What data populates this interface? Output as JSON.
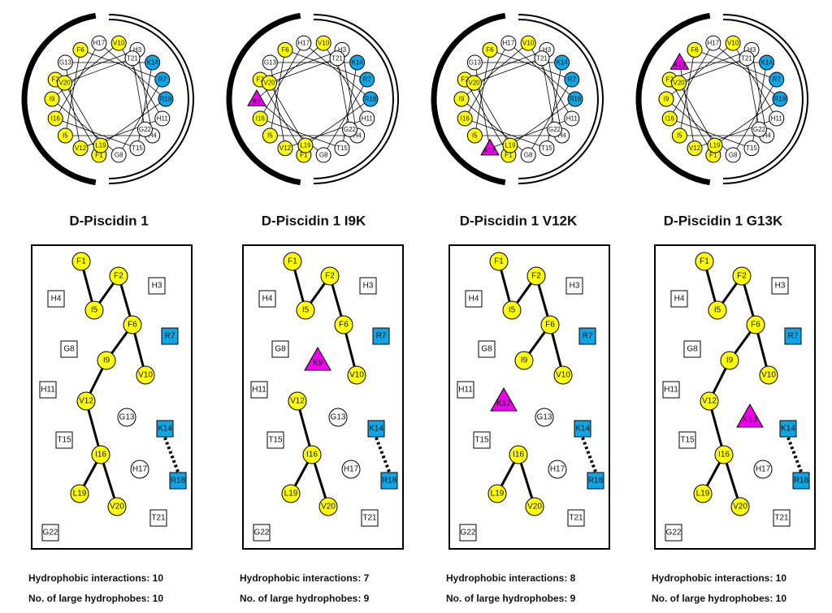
{
  "colors": {
    "hydrophobic": "#ffff00",
    "charged": "#0fa6e6",
    "lysine": "#ee00ee",
    "neutral": "#ffffff",
    "line": "#000000"
  },
  "helical_wheel_order": [
    "F1",
    "I5",
    "I9",
    "G13",
    "F2",
    "F6",
    "V10",
    "K14",
    "R18",
    "H3",
    "R7",
    "H11",
    "T15",
    "L19",
    "H4",
    "G8",
    "V12",
    "I16",
    "V20",
    "G22",
    "T21",
    "H17"
  ],
  "panels": [
    {
      "title": "D-Piscidin 1",
      "mutation": "",
      "hydrophobic_interactions_label": "Hydrophobic interactions: 10",
      "large_hydrophobes_label": "No. of large hydrophobes: 10"
    },
    {
      "title": "D-Piscidin 1 I9K",
      "mutation": "K9",
      "hydrophobic_interactions_label": "Hydrophobic interactions: 7",
      "large_hydrophobes_label": "No. of large hydrophobes: 9"
    },
    {
      "title": "D-Piscidin 1 V12K",
      "mutation": "K12",
      "hydrophobic_interactions_label": "Hydrophobic interactions: 8",
      "large_hydrophobes_label": "No. of large hydrophobes: 9"
    },
    {
      "title": "D-Piscidin 1 G13K",
      "mutation": "K13",
      "hydrophobic_interactions_label": "Hydrophobic interactions: 10",
      "large_hydrophobes_label": "No. of large hydrophobes: 10"
    }
  ],
  "wheel_labels": {
    "F1": "F1",
    "F2": "F2",
    "H3": "H3",
    "H4": "H4",
    "I5": "I5",
    "F6": "F6",
    "R7": "R7",
    "G8": "G8",
    "I9": "I9",
    "V10": "V10",
    "H11": "H11",
    "V12": "V12",
    "G13": "G13",
    "K14": "K14",
    "T15": "T15",
    "I16": "I16",
    "H17": "H17",
    "R18": "R18",
    "L19": "L19",
    "V20": "V20",
    "T21": "T21",
    "G22": "G22"
  },
  "residue_types": {
    "F1": "hydrophobic",
    "F2": "hydrophobic",
    "H3": "neutral",
    "H4": "neutral",
    "I5": "hydrophobic",
    "F6": "hydrophobic",
    "R7": "charged",
    "G8": "neutral",
    "I9": "hydrophobic",
    "V10": "hydrophobic",
    "H11": "neutral",
    "V12": "hydrophobic",
    "G13": "neutral",
    "K14": "charged",
    "T15": "neutral",
    "I16": "hydrophobic",
    "H17": "neutral",
    "R18": "charged",
    "L19": "hydrophobic",
    "V20": "hydrophobic",
    "T21": "neutral",
    "G22": "neutral"
  }
}
